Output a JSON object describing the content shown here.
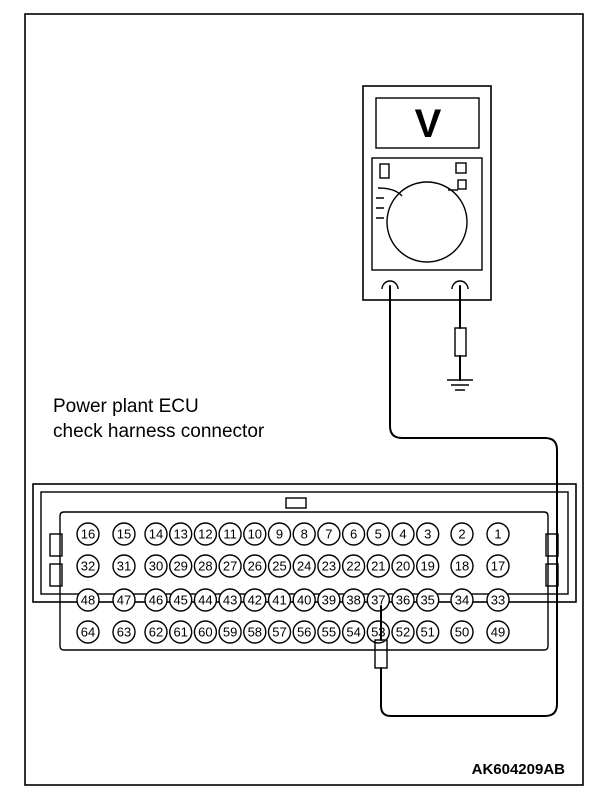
{
  "title_line1": "Power plant ECU",
  "title_line2": "check harness connector",
  "figure_code": "AK604209AB",
  "meter_display": "V",
  "connector_rows": [
    [
      "16",
      "15",
      "14",
      "13",
      "12",
      "11",
      "10",
      "9",
      "8",
      "7",
      "6",
      "5",
      "4",
      "3",
      "2",
      "1"
    ],
    [
      "32",
      "31",
      "30",
      "29",
      "28",
      "27",
      "26",
      "25",
      "24",
      "23",
      "22",
      "21",
      "20",
      "19",
      "18",
      "17"
    ],
    [
      "48",
      "47",
      "46",
      "45",
      "44",
      "43",
      "42",
      "41",
      "40",
      "39",
      "38",
      "37",
      "36",
      "35",
      "34",
      "33"
    ],
    [
      "64",
      "63",
      "62",
      "61",
      "60",
      "59",
      "58",
      "57",
      "56",
      "55",
      "54",
      "53",
      "52",
      "51",
      "50",
      "49"
    ]
  ],
  "probed_pin": "37"
}
